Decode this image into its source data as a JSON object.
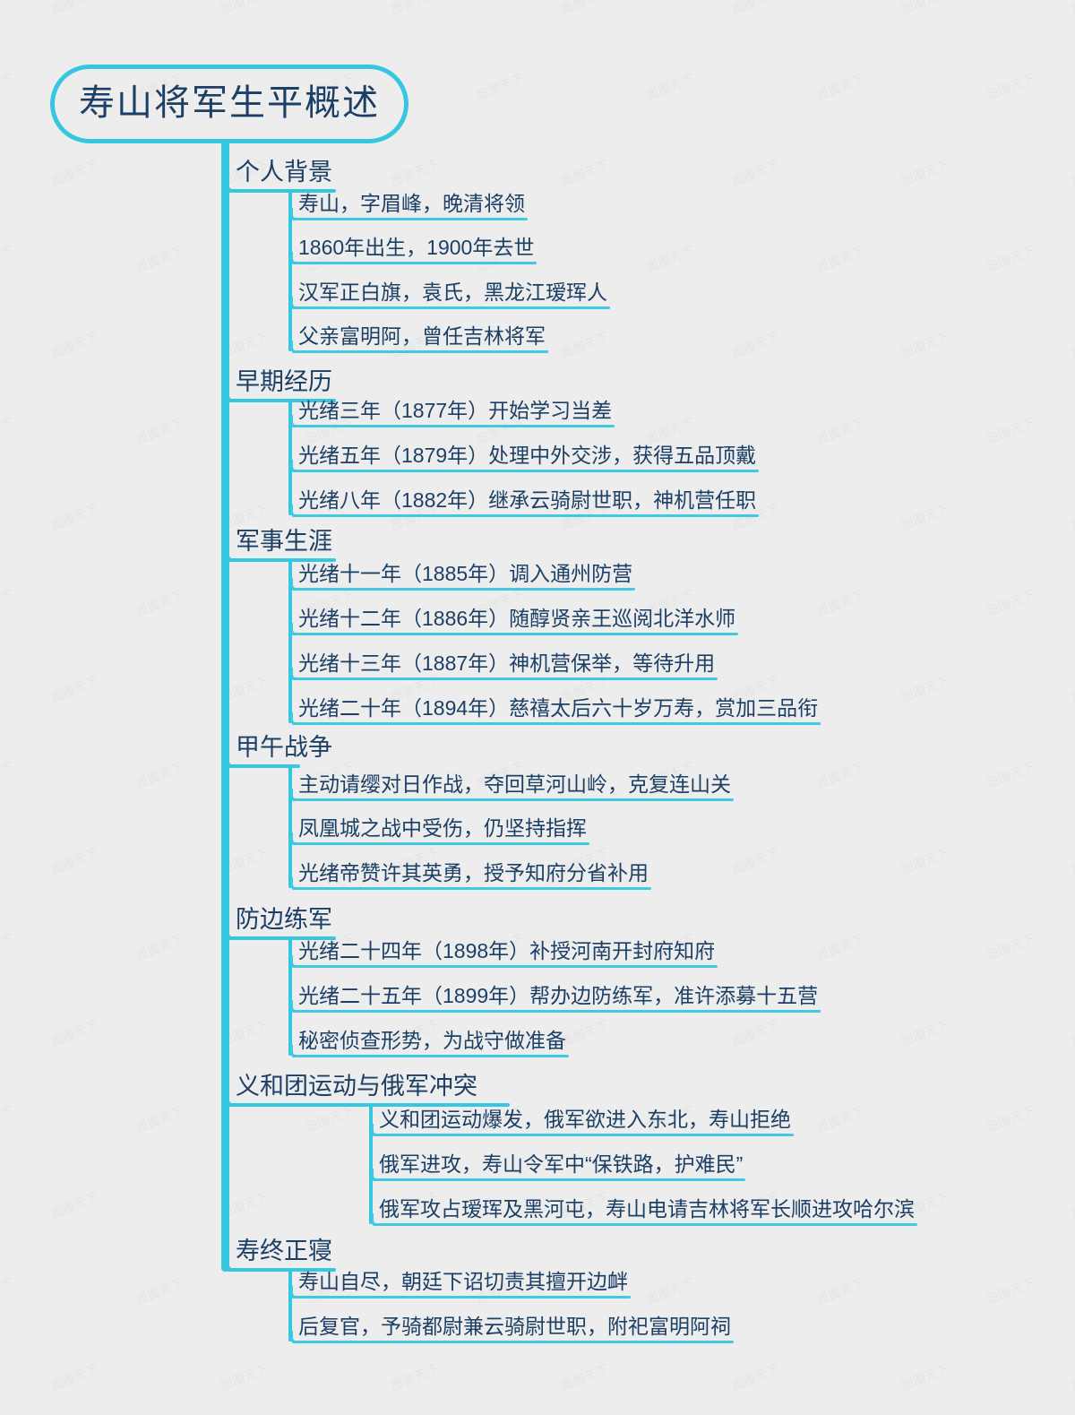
{
  "theme": {
    "background": "#ededed",
    "branch_color": "#35c6e0",
    "sub_branch_color": "#3fc9e2",
    "text_color": "#1c3f66"
  },
  "watermark": {
    "text": "图图天下"
  },
  "root": {
    "label": "寿山将军生平概述"
  },
  "topics": [
    {
      "label": "个人背景",
      "children": [
        "寿山，字眉峰，晚清将领",
        "1860年出生，1900年去世",
        "汉军正白旗，袁氏，黑龙江瑷珲人",
        "父亲富明阿，曾任吉林将军"
      ]
    },
    {
      "label": "早期经历",
      "children": [
        "光绪三年（1877年）开始学习当差",
        "光绪五年（1879年）处理中外交涉，获得五品顶戴",
        "光绪八年（1882年）继承云骑尉世职，神机营任职"
      ]
    },
    {
      "label": "军事生涯",
      "children": [
        "光绪十一年（1885年）调入通州防营",
        "光绪十二年（1886年）随醇贤亲王巡阅北洋水师",
        "光绪十三年（1887年）神机营保举，等待升用",
        "光绪二十年（1894年）慈禧太后六十岁万寿，赏加三品衔"
      ]
    },
    {
      "label": "甲午战争",
      "children": [
        "主动请缨对日作战，夺回草河山岭，克复连山关",
        "凤凰城之战中受伤，仍坚持指挥",
        "光绪帝赞许其英勇，授予知府分省补用"
      ]
    },
    {
      "label": "防边练军",
      "children": [
        "光绪二十四年（1898年）补授河南开封府知府",
        "光绪二十五年（1899年）帮办边防练军，准许添募十五营",
        "秘密侦查形势，为战守做准备"
      ]
    },
    {
      "label": "义和团运动与俄军冲突",
      "children": [
        "义和团运动爆发，俄军欲进入东北，寿山拒绝",
        "俄军进攻，寿山令军中“保铁路，护难民”",
        "俄军攻占瑷珲及黑河屯，寿山电请吉林将军长顺进攻哈尔滨"
      ]
    },
    {
      "label": "寿终正寝",
      "children": [
        "寿山自尽，朝廷下诏切责其擅开边衅",
        "后复官，予骑都尉兼云骑尉世职，附祀富明阿祠"
      ]
    }
  ],
  "layout": {
    "topic_tops": [
      176,
      410,
      588,
      818,
      1010,
      1196,
      1380
    ],
    "topic_underline_widths": [
      122,
      122,
      122,
      82,
      122,
      316,
      122
    ],
    "child_rows": [
      [
        212,
        261,
        311,
        360
      ],
      [
        443,
        493,
        543
      ],
      [
        625,
        675,
        725,
        775
      ],
      [
        860,
        909,
        959
      ],
      [
        1046,
        1096,
        1146
      ],
      [
        1234,
        1284,
        1334
      ],
      [
        1415,
        1465
      ]
    ],
    "child_left": [
      330,
      330,
      330,
      330,
      330,
      420,
      330
    ]
  }
}
